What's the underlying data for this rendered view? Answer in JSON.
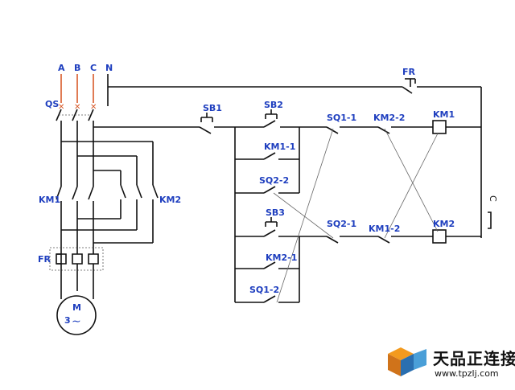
{
  "phases": {
    "a": "A",
    "b": "B",
    "c": "C",
    "n": "N"
  },
  "labels": {
    "qs": "QS",
    "km1_main": "KM1",
    "km2_main": "KM2",
    "fr_main": "FR",
    "fr_ctrl": "FR",
    "sb1": "SB1",
    "sb2": "SB2",
    "km1_1": "KM1-1",
    "sq2_2": "SQ2-2",
    "sb3": "SB3",
    "km2_1": "KM2-1",
    "sq1_2": "SQ1-2",
    "sq1_1": "SQ1-1",
    "km2_2": "KM2-2",
    "km1_coil": "KM1",
    "sq2_1": "SQ2-1",
    "km1_2": "KM1-2",
    "km2_coil": "KM2"
  },
  "motor": {
    "label": "M",
    "phase": "3"
  },
  "side_text": "C",
  "brand": {
    "name": "天品正连接",
    "url": "www.tpzlj.com"
  },
  "colors": {
    "wire": "#111111",
    "label": "#1f3fbf",
    "feed": "#d85a2a"
  }
}
